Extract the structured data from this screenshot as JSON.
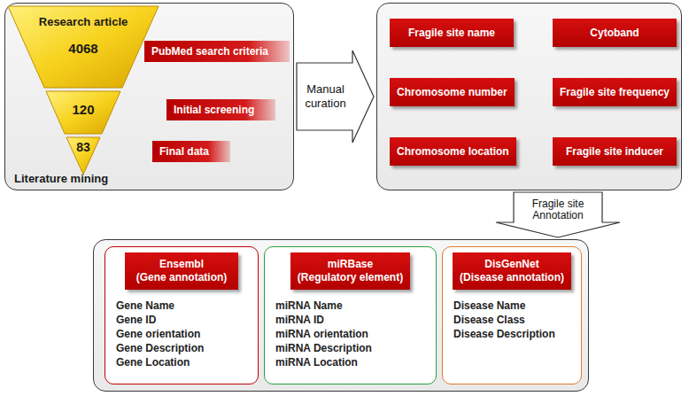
{
  "diagram": {
    "nodes": [
      {
        "text": [
          "Literature mining"
        ]
      },
      {
        "text": [
          "Research article",
          "4068"
        ],
        "in": 0
      },
      {
        "text": [
          "120"
        ],
        "in": 0
      },
      {
        "text": [
          "83"
        ],
        "in": 0
      },
      {
        "text": [
          "PubMed search criteria"
        ],
        "in": 0
      },
      {
        "text": [
          "Initial screening"
        ],
        "in": 0
      },
      {
        "text": [
          "Final data"
        ],
        "in": 0
      },
      {
        "text": []
      },
      {
        "text": [
          "Fragile site name"
        ],
        "in": 7
      },
      {
        "text": [
          "Cytoband"
        ],
        "in": 7
      },
      {
        "text": [
          "Chromosome number"
        ],
        "in": 7
      },
      {
        "text": [
          "Fragile site frequency"
        ],
        "in": 7
      },
      {
        "text": [
          "Chromosome location"
        ],
        "in": 7
      },
      {
        "text": [
          "Fragile site inducer"
        ],
        "in": 7
      },
      {
        "text": []
      },
      {
        "text": [
          "Gene Name",
          "Gene ID",
          "Gene orientation",
          "Gene Description",
          "Gene Location"
        ],
        "in": 14
      },
      {
        "text": [
          "Ensembl",
          "(Gene annotation)"
        ],
        "in": 15
      },
      {
        "text": [
          "miRNA Name",
          "miRNA ID",
          "miRNA orientation",
          "miRNA Description",
          "miRNA Location"
        ],
        "in": 14
      },
      {
        "text": [
          "miRBase",
          "(Regulatory element)"
        ],
        "in": 17
      },
      {
        "text": [
          "Disease Name",
          "Disease Class",
          "Disease Description"
        ],
        "in": 14
      },
      {
        "text": [
          "DisGenNet",
          "(Disease annotation)"
        ],
        "in": 19
      }
    ],
    "edges": [
      {
        "from": 0,
        "to": 7,
        "arrow": "to",
        "label": "Manual curation"
      },
      {
        "from": 7,
        "to": 14,
        "arrow": "to",
        "label": "Fragile site Annotation"
      }
    ]
  }
}
